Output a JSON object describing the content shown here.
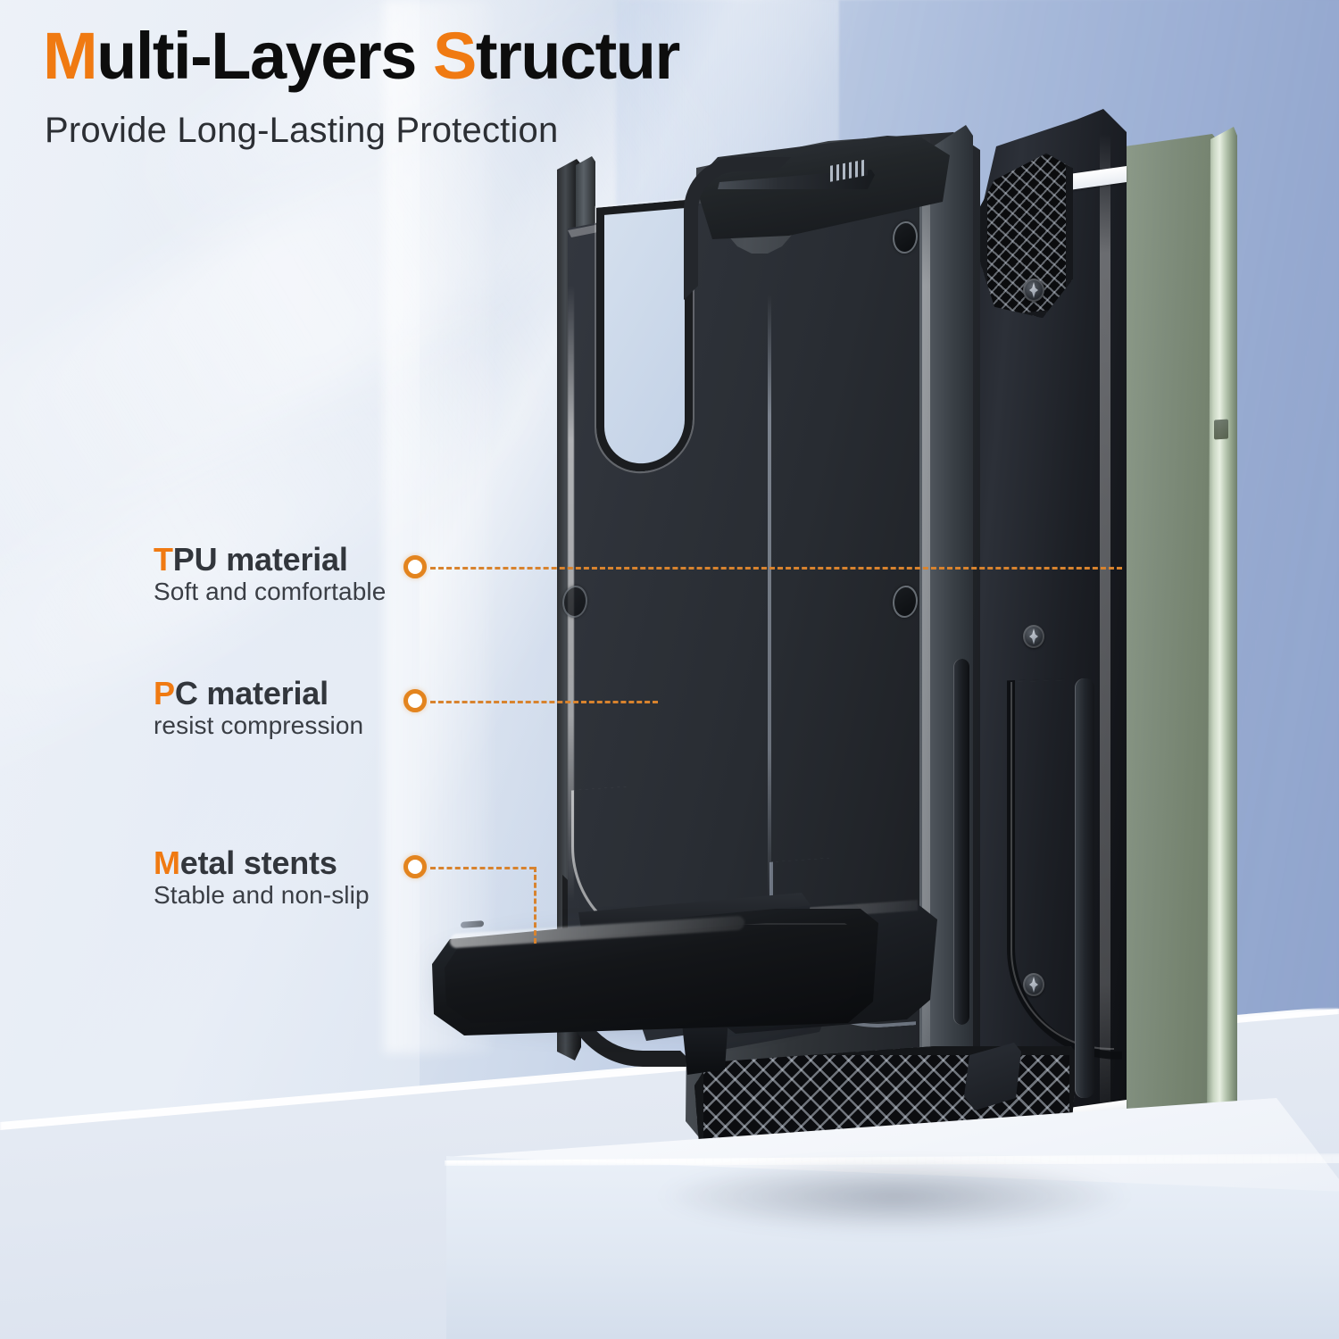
{
  "header": {
    "title_prefix": "M",
    "title_mid": "ulti-Layers ",
    "title_hl2": "S",
    "title_suffix": "tructur",
    "title_full": "Multi-Layers Structur",
    "subtitle": "Provide Long-Lasting Protection"
  },
  "theme": {
    "accent_orange": "#F07A12",
    "marker_orange": "#E3841E",
    "dash_orange": "#D8832E",
    "heading_dark": "#32363c",
    "body_dark": "#3a3e45",
    "bg_light": "#e9eef6",
    "bg_deep": "#8ba1ca",
    "case_black": "#1b1e23",
    "phone_green": "#7f8d7c",
    "pedestal_white": "#fbfcfe"
  },
  "callouts": [
    {
      "id": "tpu",
      "heading_hl": "T",
      "heading_rest": "PU material",
      "heading_full": "TPU material",
      "sub": "Soft and comfortable"
    },
    {
      "id": "pc",
      "heading_hl": "P",
      "heading_rest": "C material",
      "heading_full": "PC material",
      "sub": "resist compression"
    },
    {
      "id": "metal",
      "heading_hl": "M",
      "heading_rest": "etal stents",
      "heading_full": "Metal stents",
      "sub": "Stable and non-slip"
    }
  ],
  "product": {
    "name": "rugged phone case exploded view",
    "layers": [
      "tpu-inner-shell",
      "pc-back-plate",
      "tpu-outer-bumper",
      "metal-kickstand"
    ],
    "phone_color_name": "green"
  }
}
